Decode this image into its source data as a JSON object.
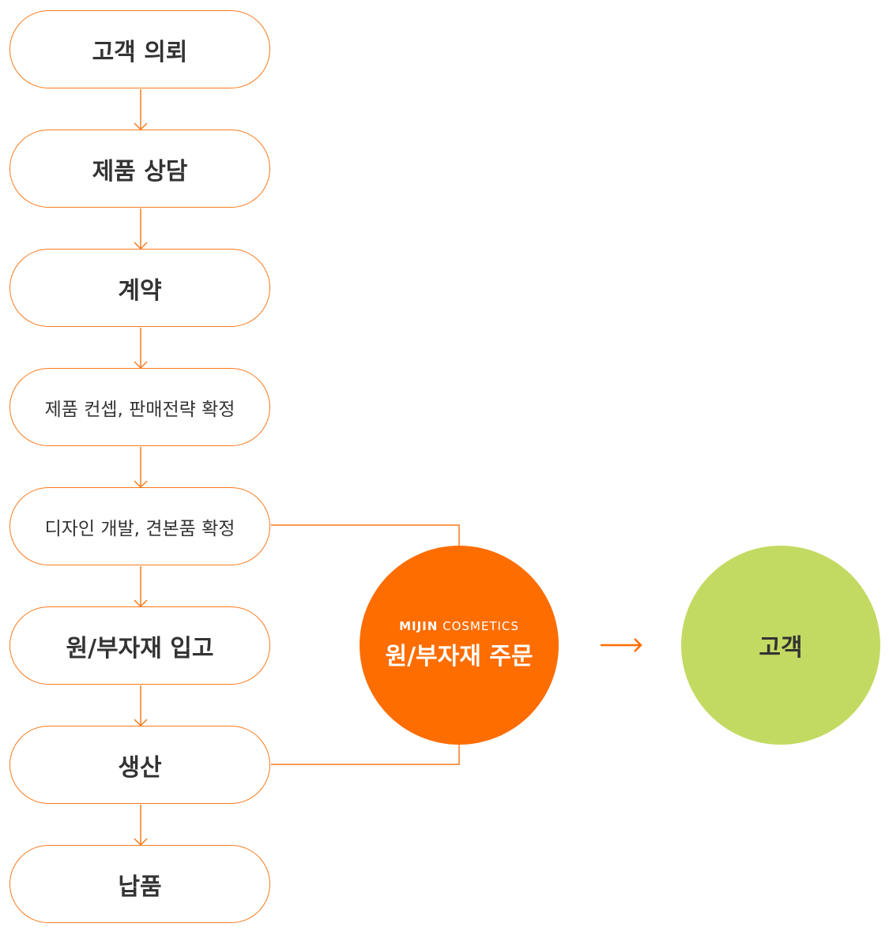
{
  "steps": [
    "고객 의뢰",
    "제품 상담",
    "계약",
    "제품 컨셉, 판매전략 확정",
    "디자인 개발, 견본품 확정",
    "원/부자재 입고",
    "생산",
    "납품"
  ],
  "order_circle": {
    "brand_bold": "MIJIN",
    "brand_light": "COSMETICS",
    "label": "원/부자재 주문"
  },
  "customer_circle": {
    "label": "고객"
  },
  "colors": {
    "accent": "#fd6d00",
    "line": "#f97a1c",
    "green": "#c3da62"
  }
}
